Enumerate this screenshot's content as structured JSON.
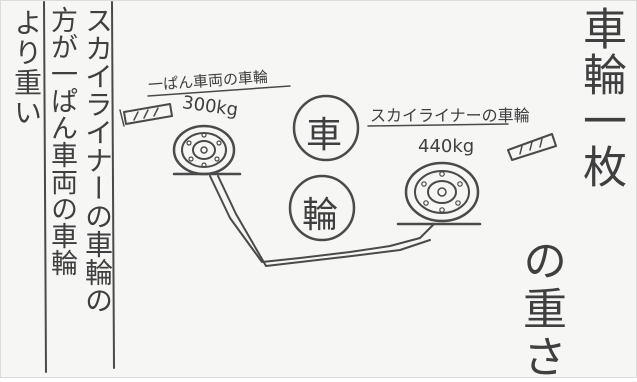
{
  "left_column": {
    "line1": "より重い",
    "line2": "方が一ぱん車両の車輪",
    "line3": "スカイライナーの車輪の"
  },
  "title": {
    "line1": "車輪一枚",
    "line2": "の重さ"
  },
  "diagram": {
    "normal_label": "一ぱん車両の車輪",
    "normal_weight": "300kg",
    "skyliner_label": "スカイライナーの車輪",
    "skyliner_weight": "440kg",
    "center_char_1": "車",
    "center_char_2": "輪"
  }
}
